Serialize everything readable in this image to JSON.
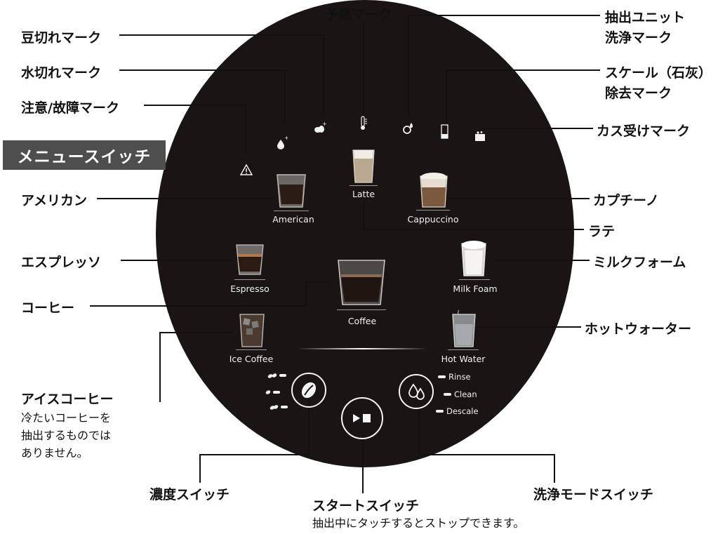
{
  "panel_title": "メニュースイッチ",
  "indicators": {
    "bean_empty": "豆切れマーク",
    "water_empty": "水切れマーク",
    "warning": "注意/故障マーク",
    "preheat": "予熱マーク",
    "brew_unit_clean_1": "抽出ユニット",
    "brew_unit_clean_2": "洗浄マーク",
    "descale_1": "スケール（石灰）",
    "descale_2": "除去マーク",
    "grounds_full": "カス受けマーク"
  },
  "menu_labels": {
    "american": "アメリカン",
    "latte": "ラテ",
    "cappuccino": "カプチーノ",
    "espresso": "エスプレッソ",
    "milk_foam": "ミルクフォーム",
    "coffee": "コーヒー",
    "hot_water": "ホットウォーター",
    "ice_coffee": "アイスコーヒー"
  },
  "ice_coffee_note": [
    "冷たいコーヒーを",
    "抽出するものでは",
    "ありません。"
  ],
  "panel_captions": {
    "american": "American",
    "latte": "Latte",
    "cappuccino": "Cappuccino",
    "espresso": "Espresso",
    "milk_foam": "Milk Foam",
    "coffee": "Coffee",
    "ice_coffee": "Ice Coffee",
    "hot_water": "Hot Water"
  },
  "clean_modes": [
    "Rinse",
    "Clean",
    "Descale"
  ],
  "switches": {
    "strength": "濃度スイッチ",
    "start": "スタートスイッチ",
    "start_note": "抽出中にタッチするとストップできます。",
    "clean_mode": "洗浄モードスイッチ"
  },
  "colors": {
    "panel": "#1a1414",
    "badge": "#4e4e4e",
    "line": "#111111",
    "panel_text": "#f2f2f2"
  },
  "icons": [
    "warning-icon",
    "water-drop-icon",
    "bean-icon",
    "thermometer-icon",
    "brew-unit-icon",
    "descale-icon",
    "grounds-box-icon",
    "coffee-bean-button-icon",
    "play-stop-icon",
    "water-drops-icon"
  ]
}
